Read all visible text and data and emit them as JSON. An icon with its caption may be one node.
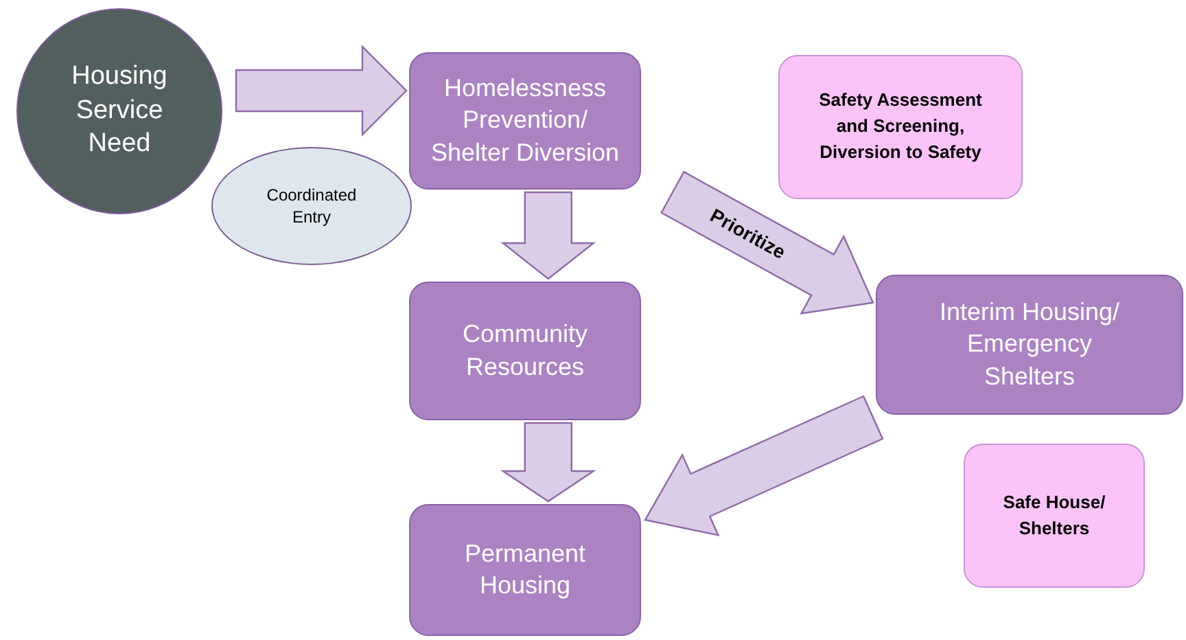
{
  "diagram": {
    "nodes": [
      {
        "text": [
          "Housing Service Need"
        ]
      },
      {
        "text": [
          "Coordinated Entry"
        ]
      },
      {
        "text": [
          "Homelessness Prevention/ Shelter Diversion"
        ]
      },
      {
        "text": [
          "Safety Assessment and Screening, Diversion to Safety"
        ]
      },
      {
        "text": [
          "Community Resources"
        ]
      },
      {
        "text": [
          "Interim Housing/ Emergency Shelters"
        ]
      },
      {
        "text": [
          "Permanent Housing"
        ]
      },
      {
        "text": [
          "Safe House/ Shelters"
        ]
      }
    ],
    "edges": [
      {
        "from": 0,
        "to": 2,
        "arrow": "to"
      },
      {
        "from": 2,
        "to": 4,
        "arrow": "to"
      },
      {
        "from": 2,
        "to": 5,
        "arrow": "to",
        "label": "Prioritize"
      },
      {
        "from": 4,
        "to": 6,
        "arrow": "to"
      },
      {
        "from": 5,
        "to": 6,
        "arrow": "to"
      }
    ]
  }
}
